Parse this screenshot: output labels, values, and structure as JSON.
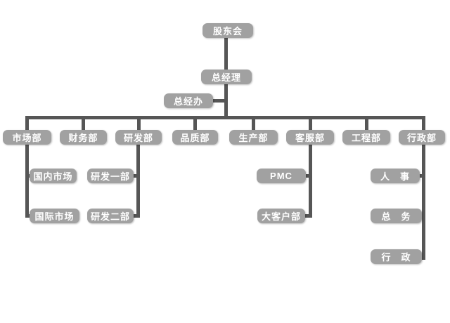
{
  "diagram": {
    "type": "org-chart",
    "colors": {
      "node_fill": "#a1a1a1",
      "node_text": "#ffffff",
      "connector": "#565656",
      "background": "#ffffff"
    },
    "nodes": {
      "shareholders": "股东会",
      "general_manager": "总经理",
      "gm_office": "总经办",
      "marketing": "市场部",
      "finance": "财务部",
      "rnd": "研发部",
      "quality": "品质部",
      "production": "生产部",
      "customer_service": "客服部",
      "engineering": "工程部",
      "admin_dept": "行政部",
      "domestic_market": "国内市场",
      "intl_market": "国际市场",
      "rnd_1": "研发一部",
      "rnd_2": "研发二部",
      "pmc": "PMC",
      "key_accounts": "大客户部",
      "hr": "人　事",
      "general_affairs": "总　务",
      "administration": "行　政"
    },
    "hierarchy": {
      "label": "股东会",
      "children": [
        {
          "label": "总经理",
          "staff": [
            "总经办"
          ],
          "children": [
            {
              "label": "市场部",
              "children": [
                "国内市场",
                "国际市场"
              ]
            },
            {
              "label": "财务部",
              "children": []
            },
            {
              "label": "研发部",
              "children": [
                "研发一部",
                "研发二部"
              ]
            },
            {
              "label": "品质部",
              "children": []
            },
            {
              "label": "生产部",
              "children": []
            },
            {
              "label": "客服部",
              "children": [
                "PMC",
                "大客户部"
              ]
            },
            {
              "label": "工程部",
              "children": []
            },
            {
              "label": "行政部",
              "children": [
                "人　事",
                "总　务",
                "行　政"
              ]
            }
          ]
        }
      ]
    }
  }
}
